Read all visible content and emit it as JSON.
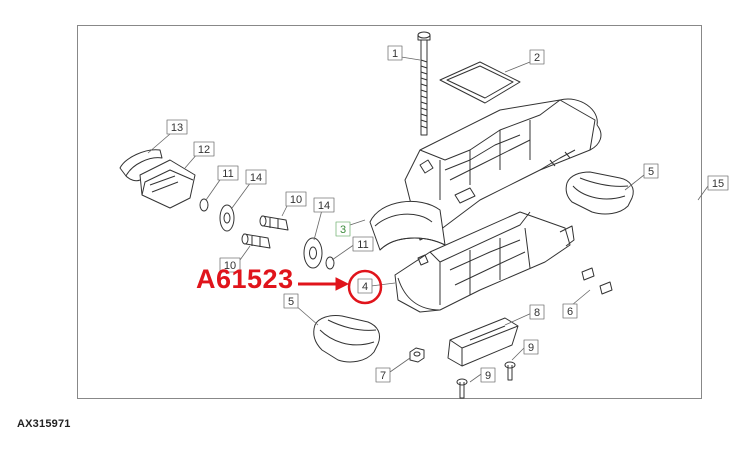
{
  "diagram": {
    "callout": {
      "part_number": "A61523",
      "accent_color": "#e0141b"
    },
    "reference_code": "AX315971",
    "labels": {
      "p1": "1",
      "p2": "2",
      "p3": "3",
      "p4": "4",
      "p5a": "5",
      "p5b": "5",
      "p6": "6",
      "p7": "7",
      "p8": "8",
      "p9a": "9",
      "p9b": "9",
      "p10a": "10",
      "p10b": "10",
      "p11a": "11",
      "p11b": "11",
      "p12": "12",
      "p13": "13",
      "p14a": "14",
      "p14b": "14",
      "p15": "15"
    },
    "highlight_color": "#7cb87c"
  }
}
